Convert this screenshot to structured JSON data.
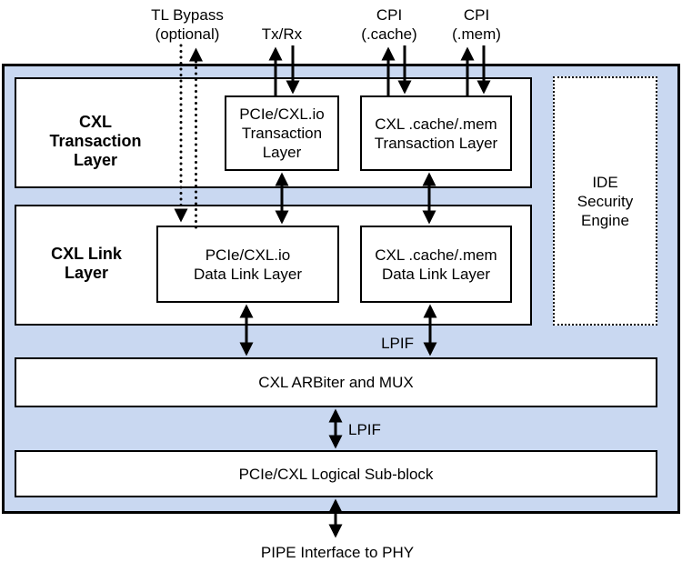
{
  "colors": {
    "panel_fill": "#c9d8f1",
    "box_fill": "#ffffff",
    "line": "#000000",
    "page_background": "#ffffff"
  },
  "labels": {
    "tl_bypass": "TL Bypass\n(optional)",
    "tx_rx": "Tx/Rx",
    "cpi_cache": "CPI\n(.cache)",
    "cpi_mem": "CPI\n(.mem)",
    "lpif_upper": "LPIF",
    "lpif_lower": "LPIF",
    "pipe_interface": "PIPE Interface to PHY"
  },
  "blocks": {
    "transaction_layer": "CXL\nTransaction\nLayer",
    "pcie_io_transaction": "PCIe/CXL.io\nTransaction\nLayer",
    "cache_mem_transaction": "CXL .cache/.mem\nTransaction Layer",
    "link_layer": "CXL Link\nLayer",
    "pcie_io_data_link": "PCIe/CXL.io\nData Link Layer",
    "cache_mem_data_link": "CXL .cache/.mem\nData Link Layer",
    "ide_security_engine": "IDE\nSecurity\nEngine",
    "arbiter_mux": "CXL ARBiter and MUX",
    "logical_sub_block": "PCIe/CXL Logical Sub-block"
  }
}
